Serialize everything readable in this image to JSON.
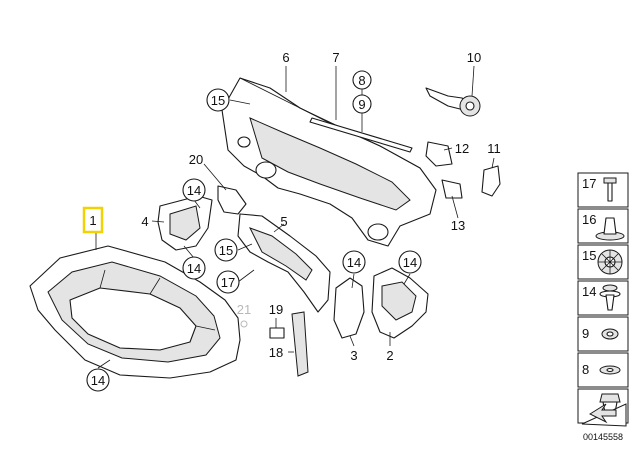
{
  "diagram": {
    "highlighted_label": "1",
    "labels": {
      "p1": "1",
      "p2": "2",
      "p3": "3",
      "p4": "4",
      "p5": "5",
      "p6": "6",
      "p7": "7",
      "p8": "8",
      "p9": "9",
      "p10": "10",
      "p11": "11",
      "p12": "12",
      "p13": "13",
      "p14a": "14",
      "p14b": "14",
      "p14c": "14",
      "p14d": "14",
      "p14e": "14",
      "p15a": "15",
      "p15b": "15",
      "p17": "17",
      "p18": "18",
      "p19": "19",
      "p20": "20",
      "p21": "21"
    },
    "legend": [
      {
        "label": "17",
        "icon": "screw-icon"
      },
      {
        "label": "16",
        "icon": "expansion-nut-icon"
      },
      {
        "label": "15",
        "icon": "clip-round-icon"
      },
      {
        "label": "14",
        "icon": "push-rivet-icon"
      },
      {
        "label": "9",
        "icon": "grommet-icon"
      },
      {
        "label": "8",
        "icon": "washer-icon"
      },
      {
        "label": "",
        "icon": "plastic-clip-icon"
      },
      {
        "label": "",
        "icon": "arrow-icon"
      }
    ],
    "reference_number": "00145558",
    "colors": {
      "highlight": "#f2d200",
      "line": "#1a1a1a",
      "faded_label": "#b9b9b9"
    }
  }
}
